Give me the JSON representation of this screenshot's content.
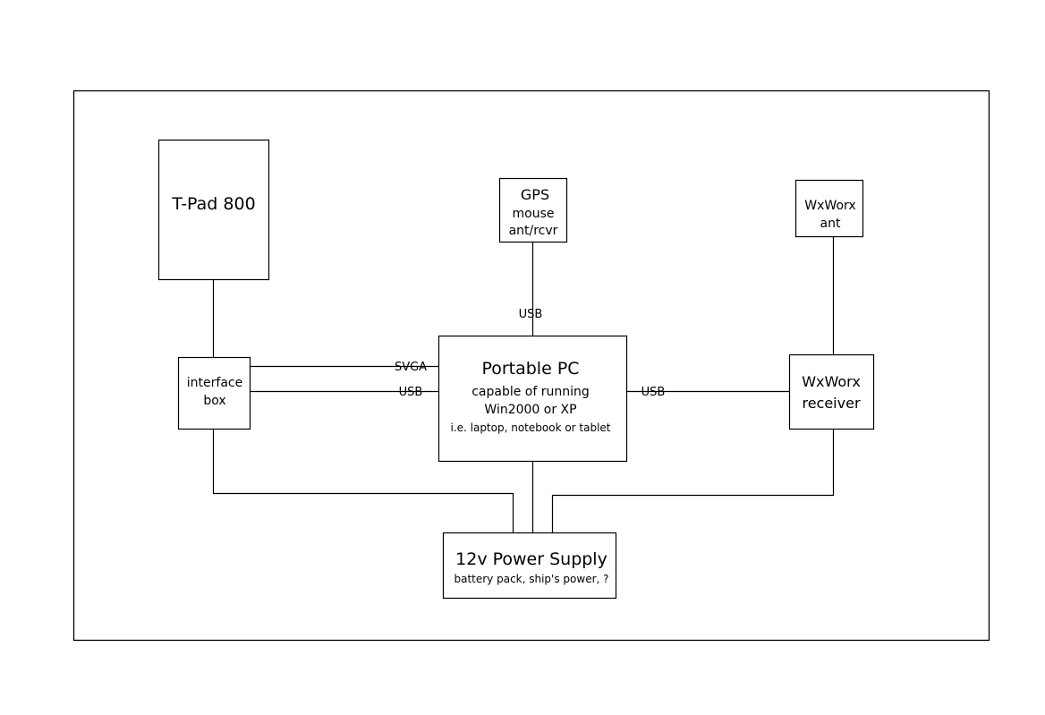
{
  "diagram": {
    "nodes": {
      "tpad": {
        "title": "T-Pad 800"
      },
      "gps": {
        "title": "GPS",
        "lines": [
          "mouse",
          "ant/rcvr"
        ]
      },
      "wxworx_ant": {
        "lines": [
          "WxWorx",
          "ant"
        ]
      },
      "interface_box": {
        "lines": [
          "interface",
          "box"
        ]
      },
      "portable_pc": {
        "title": "Portable PC",
        "lines": [
          "capable of running",
          "Win2000 or XP"
        ],
        "note": "i.e. laptop, notebook or tablet"
      },
      "wxworx_receiver": {
        "lines": [
          "WxWorx",
          "receiver"
        ]
      },
      "power_supply": {
        "title": "12v Power Supply",
        "note": "battery pack, ship's power, ?"
      }
    },
    "connections": {
      "gps_pc": "USB",
      "interface_pc_svga": "SVGA",
      "interface_pc_usb": "USB",
      "pc_wxworx": "USB"
    }
  }
}
